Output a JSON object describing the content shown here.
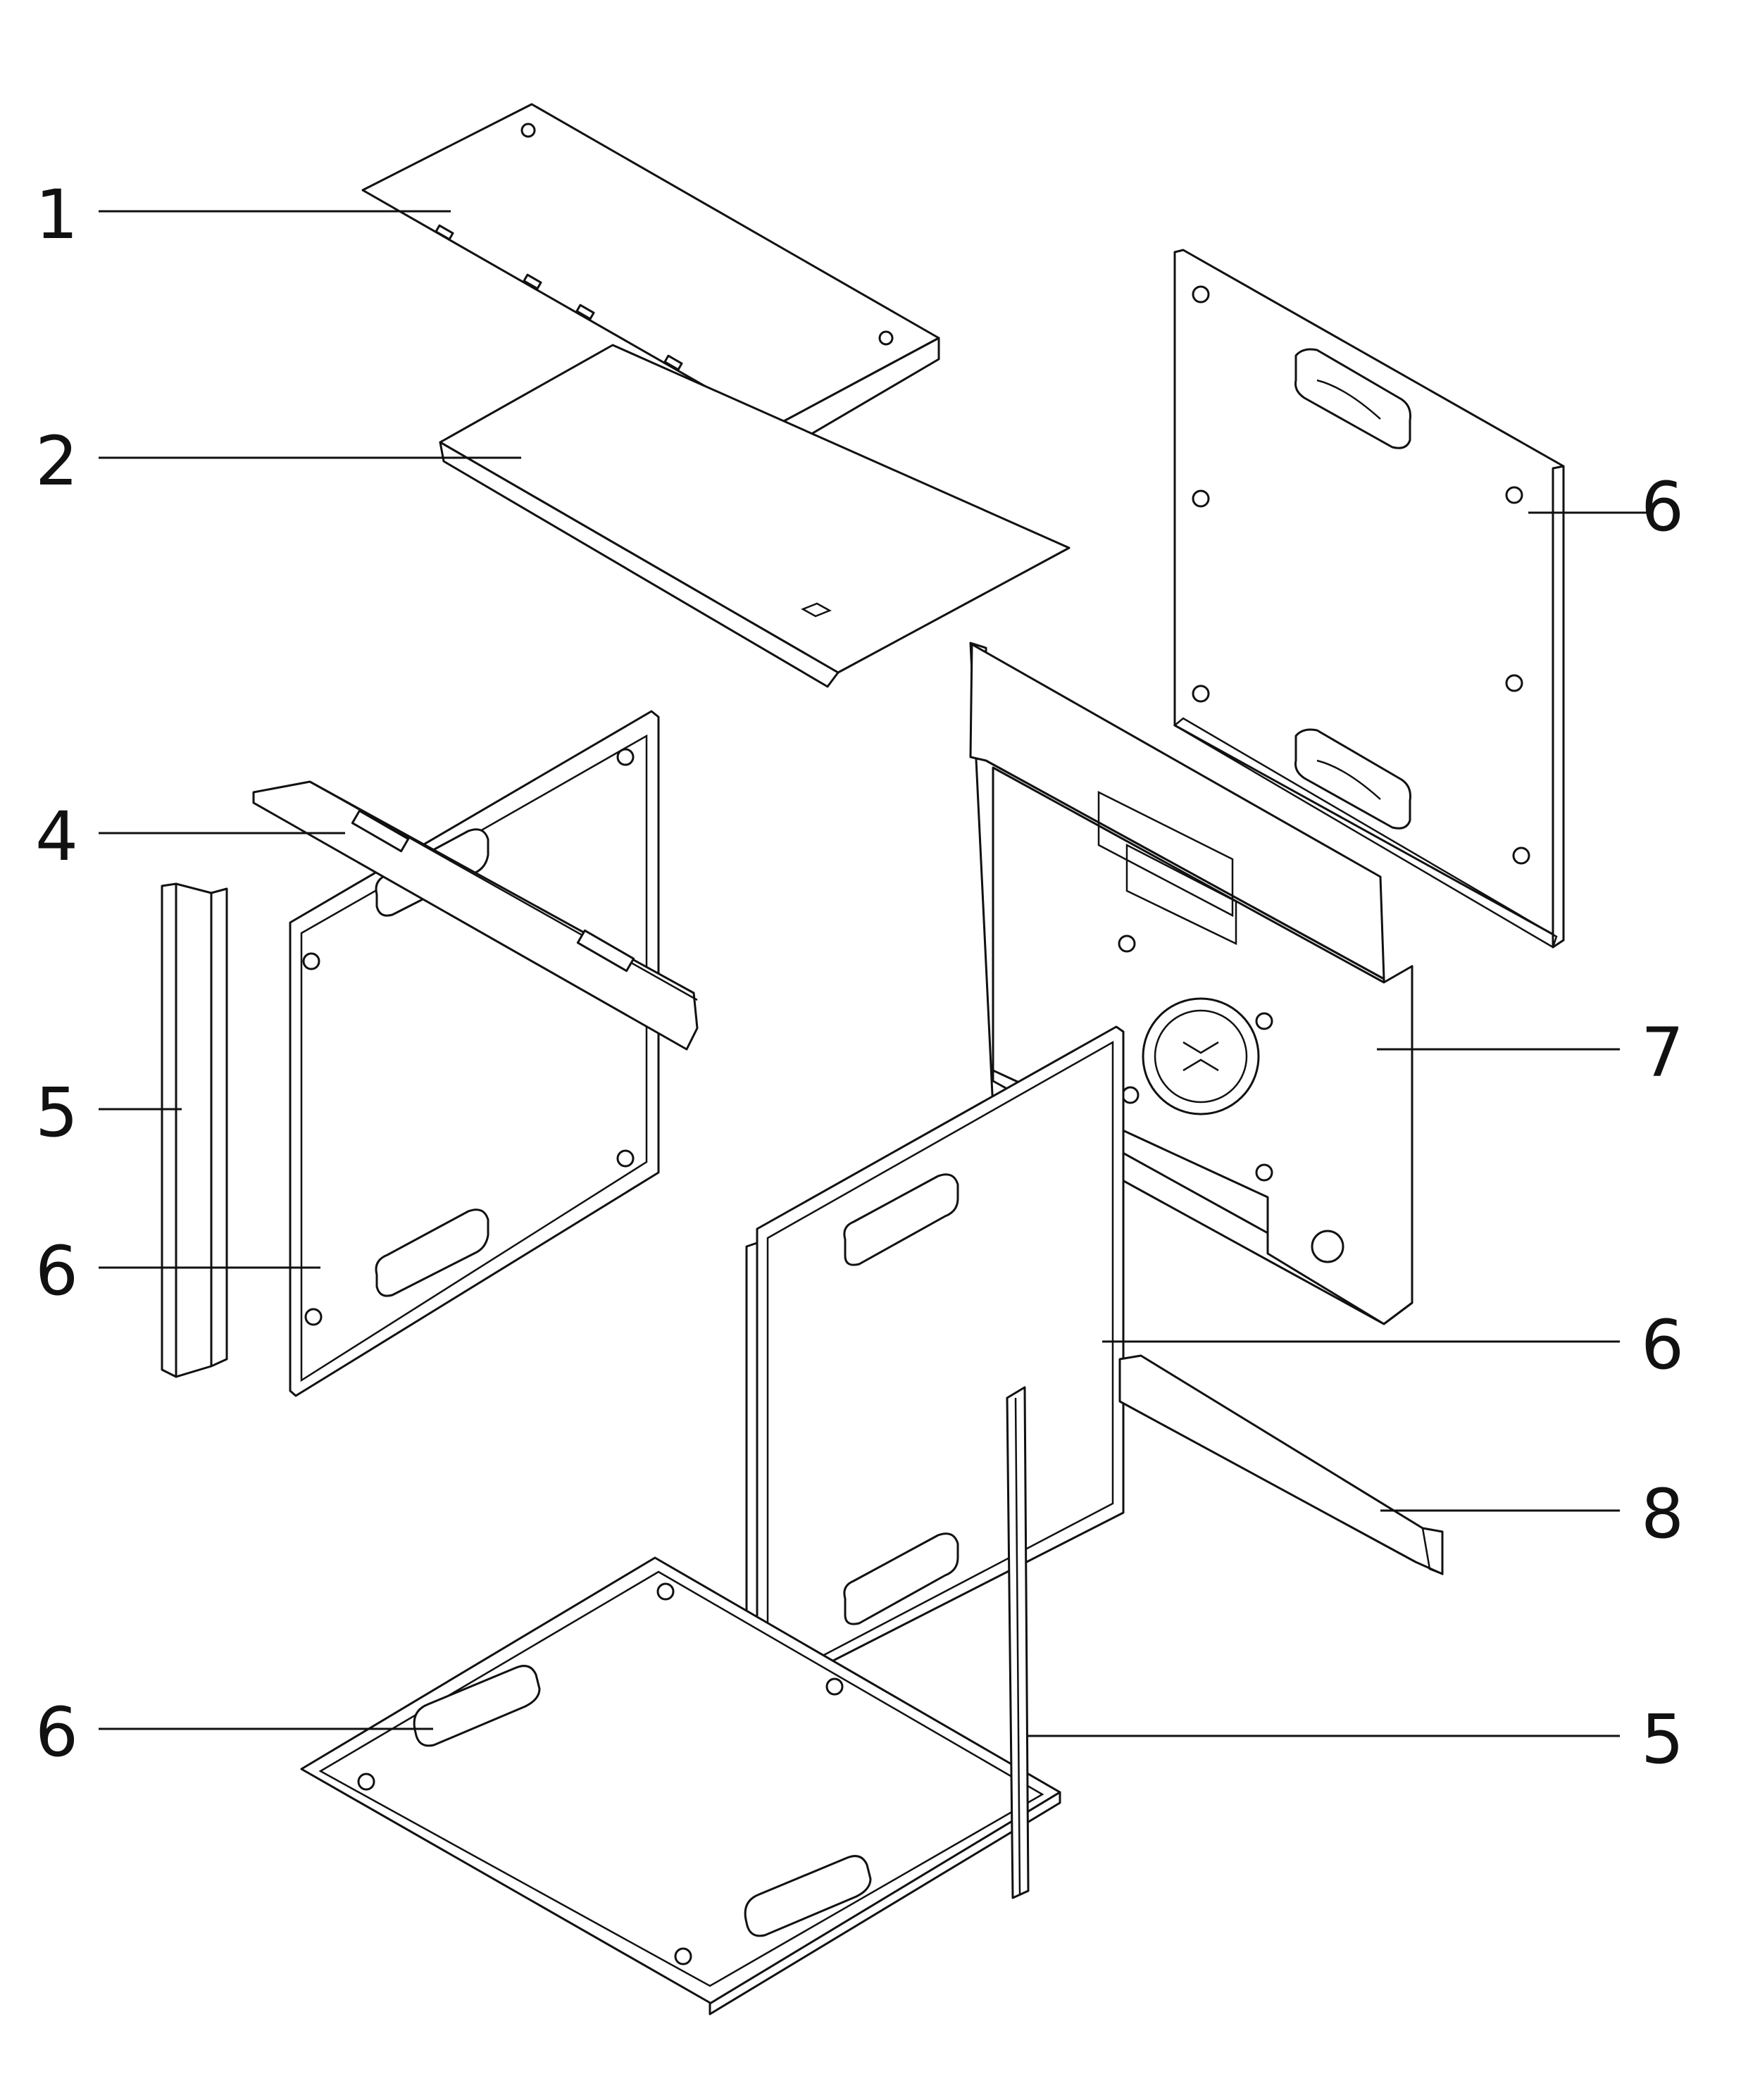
{
  "diagram": {
    "callouts": [
      {
        "id": "c1",
        "label": "1"
      },
      {
        "id": "c2",
        "label": "2"
      },
      {
        "id": "c3",
        "label": "4"
      },
      {
        "id": "c4",
        "label": "5"
      },
      {
        "id": "c5",
        "label": "6"
      },
      {
        "id": "c6",
        "label": "6"
      },
      {
        "id": "c7",
        "label": "7"
      },
      {
        "id": "c8",
        "label": "6"
      },
      {
        "id": "c9",
        "label": "8"
      },
      {
        "id": "c10",
        "label": "6"
      },
      {
        "id": "c11",
        "label": "5"
      }
    ]
  }
}
